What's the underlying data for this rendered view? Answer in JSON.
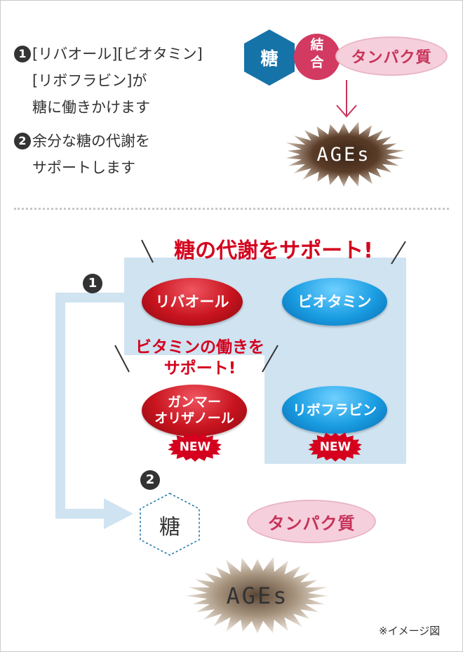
{
  "intro": {
    "item1_num": "1",
    "item1_lines": [
      "[リバオール][ビオタミン]",
      "[リボフラビン]が",
      "糖に働きかけます"
    ],
    "item2_num": "2",
    "item2_lines": [
      "余分な糖の代謝を",
      "サポートします"
    ]
  },
  "top_diagram": {
    "sugar": "糖",
    "bond_lines": [
      "結",
      "合"
    ],
    "protein": "タンパク質",
    "ages": "AGEs"
  },
  "bottom_diagram": {
    "banner_main": "糖の代謝をサポート!",
    "banner_sub_lines": [
      "ビタミンの働きを",
      "サポート!"
    ],
    "step1_num": "1",
    "step2_num": "2",
    "pill_ribaoru": "リバオール",
    "pill_biotamin": "ビオタミン",
    "pill_gamma_lines": [
      "ガンマー",
      "オリザノール"
    ],
    "pill_riboflavin": "リボフラビン",
    "new_label": "NEW",
    "sugar": "糖",
    "protein": "タンパク質",
    "ages": "AGEs"
  },
  "footnote": "※イメージ図",
  "colors": {
    "hex_blue": "#1673a8",
    "bond_pink": "#d23a62",
    "protein_pink_fill": "#f5d0dc",
    "protein_text": "#c8325a",
    "ages_brown": "#4a3324",
    "panel_blue": "#cfe3f1",
    "arrow_blue": "#cfe3f1",
    "banner_red": "#d4001d",
    "pill_red": "#c8141f",
    "pill_blue": "#1a9de2"
  },
  "icons": [
    "hexagon-sugar",
    "arrow-down-magenta",
    "starburst-ages",
    "arrow-flow-blue",
    "badge-new",
    "hexagon-dashed-sugar"
  ]
}
